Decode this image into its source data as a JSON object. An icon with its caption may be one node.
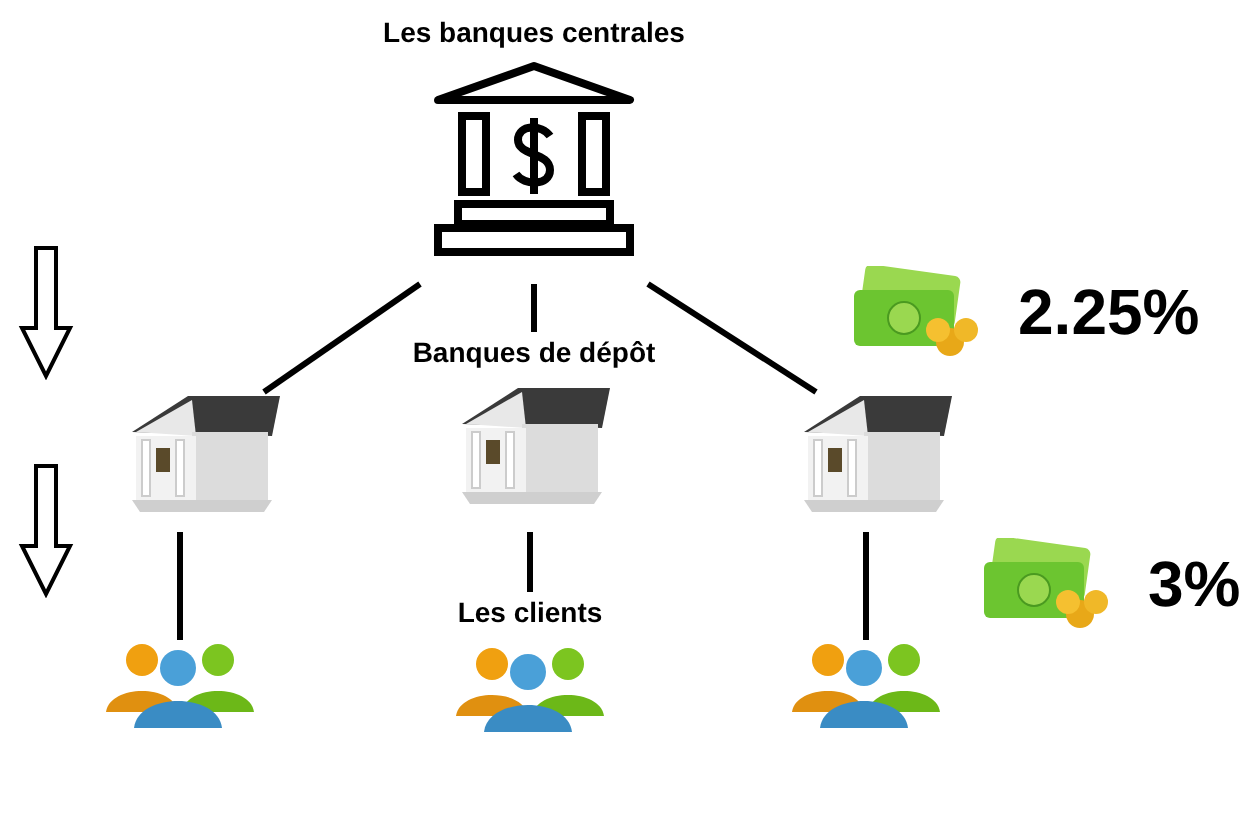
{
  "diagram": {
    "nodes": [
      {
        "text": [
          "Les banques centrales"
        ]
      },
      {
        "text": [],
        "shape": "picture"
      },
      {
        "text": [
          "Banques de dépôt"
        ]
      },
      {
        "text": [],
        "shape": "picture"
      },
      {
        "text": [],
        "shape": "person"
      },
      {
        "text": [
          "Les clients"
        ]
      },
      {
        "text": [],
        "shape": "person"
      }
    ],
    "edges": [
      {
        "from": 0,
        "to": 1,
        "arrow": "none"
      },
      {
        "from": 0,
        "to": 2,
        "arrow": "none"
      },
      {
        "from": 0,
        "to": 3,
        "arrow": "none"
      },
      {
        "from": 1,
        "to": 4,
        "arrow": "none"
      },
      {
        "from": 2,
        "to": 5,
        "arrow": "none"
      },
      {
        "from": 3,
        "to": 6,
        "arrow": "none"
      }
    ],
    "labels": [
      "2.25%",
      "3%"
    ]
  }
}
